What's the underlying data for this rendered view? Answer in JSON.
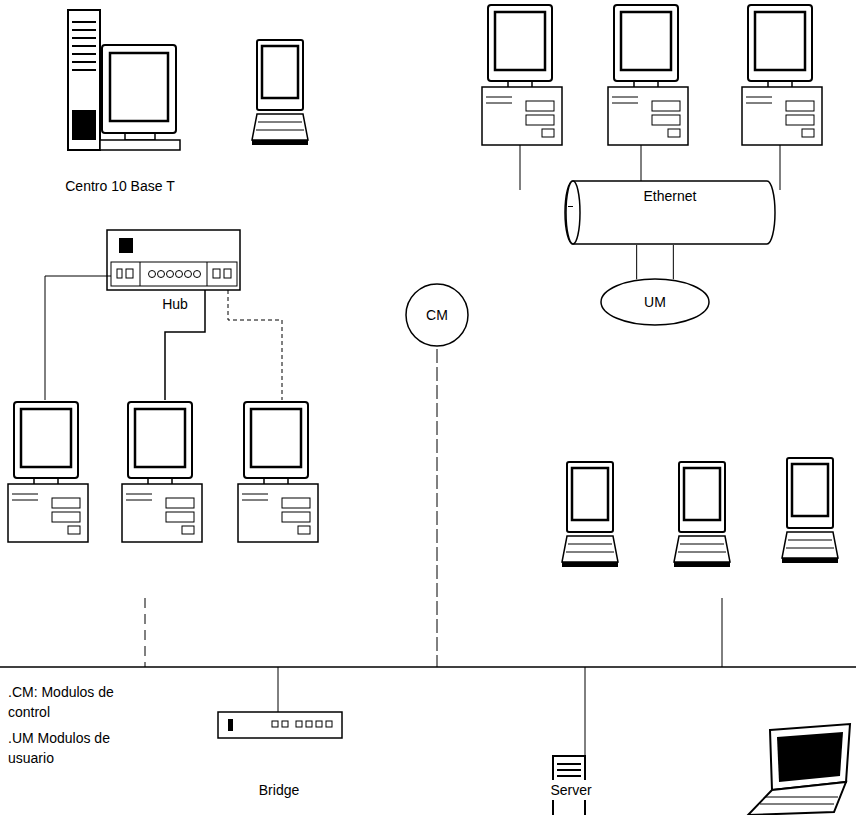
{
  "diagram": {
    "nodes": [
      {
        "text": [
          "Ethernet"
        ]
      },
      {
        "text": [
          "UM"
        ]
      },
      {
        "text": [
          "CM"
        ]
      }
    ],
    "edges": [
      {
        "from": 0,
        "to": 1,
        "arrow": "none"
      },
      {
        "from": 0,
        "to": 1,
        "arrow": "none"
      }
    ],
    "labels": [
      "Centro 10 Base T",
      "Hub",
      ".CM: Modulos de control",
      ".UM Modulos de usuario",
      "Bridge",
      "Server"
    ]
  }
}
